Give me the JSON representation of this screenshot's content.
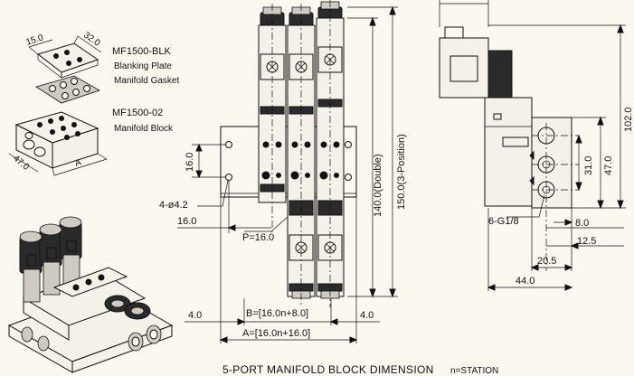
{
  "parts": {
    "blanking": {
      "model": "MF1500-BLK",
      "line1": "Blanking Plate",
      "line2": "Manifold Gasket",
      "dim_a": "15.0",
      "dim_b": "32.0"
    },
    "block": {
      "model": "MF1500-02",
      "line1": "Manifold Block",
      "dim_depth": "47.0",
      "dim_a": "A"
    }
  },
  "front_view": {
    "dim_16": "16.0",
    "dim_hole": "4-ø4.2",
    "dim_16b": "16.0",
    "pitch": "P=16.0",
    "height_double": "140.0(Double)",
    "height_3pos": "150.0(3-Position)",
    "margin_left": "4.0",
    "margin_right": "4.0",
    "dim_b": "B=[16.0n+8.0]",
    "dim_a": "A=[16.0n+16.0]"
  },
  "side_view": {
    "dim_102": "102.0",
    "dim_47": "47.0",
    "dim_31": "31.0",
    "port": "6-G1/8",
    "dim_8": "8.0",
    "dim_12_5": "12.5",
    "dim_20_5": "20.5",
    "dim_44": "44.0"
  },
  "footer": {
    "title": "5-PORT MANIFOLD BLOCK DIMENSION",
    "note": "n=STATION"
  }
}
